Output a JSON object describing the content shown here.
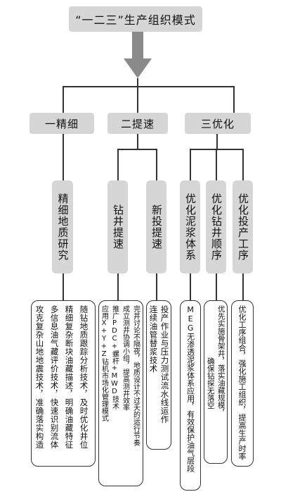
{
  "title": "“一二三”生产组织模式",
  "categories": {
    "c1": "一精细",
    "c2": "二提速",
    "c3": "三优化"
  },
  "subs": {
    "s1": "精细地质研究",
    "s2": "钻井提速",
    "s3": "新投提速",
    "s4": "优化泥浆体系",
    "s5": "优化钻井顺序",
    "s6": "优化投产工序"
  },
  "details": {
    "d1": [
      "随钻地质跟踪分析技术，及时优化井位",
      "精细复杂断块油藏描述，明确油藏特征",
      "多信息油气藏评价技术，快速识别流体",
      "攻克复杂山地地震技术，准确落实构造"
    ],
    "d2": [
      "完井讨论不隔夜，地质设计不过夭的运行节奏",
      "成立测井协调小组，提高测井效率",
      "推广PDC+螺杆+MWD技术",
      "应用X+Y+Z钻机市场化管理模式"
    ],
    "d3": [
      "投产作业与压力测试流水线运作",
      "连续油管替浆技术"
    ],
    "d4": [
      "MEG无渗透泥浆体系应用，有效保护油气层段"
    ],
    "d5": [
      "优先实施骨架井，落实油藏规模，",
      "确保钻探无落空"
    ],
    "d6": [
      "优化工序组合，强化施工组织，提高生产时率"
    ]
  }
}
